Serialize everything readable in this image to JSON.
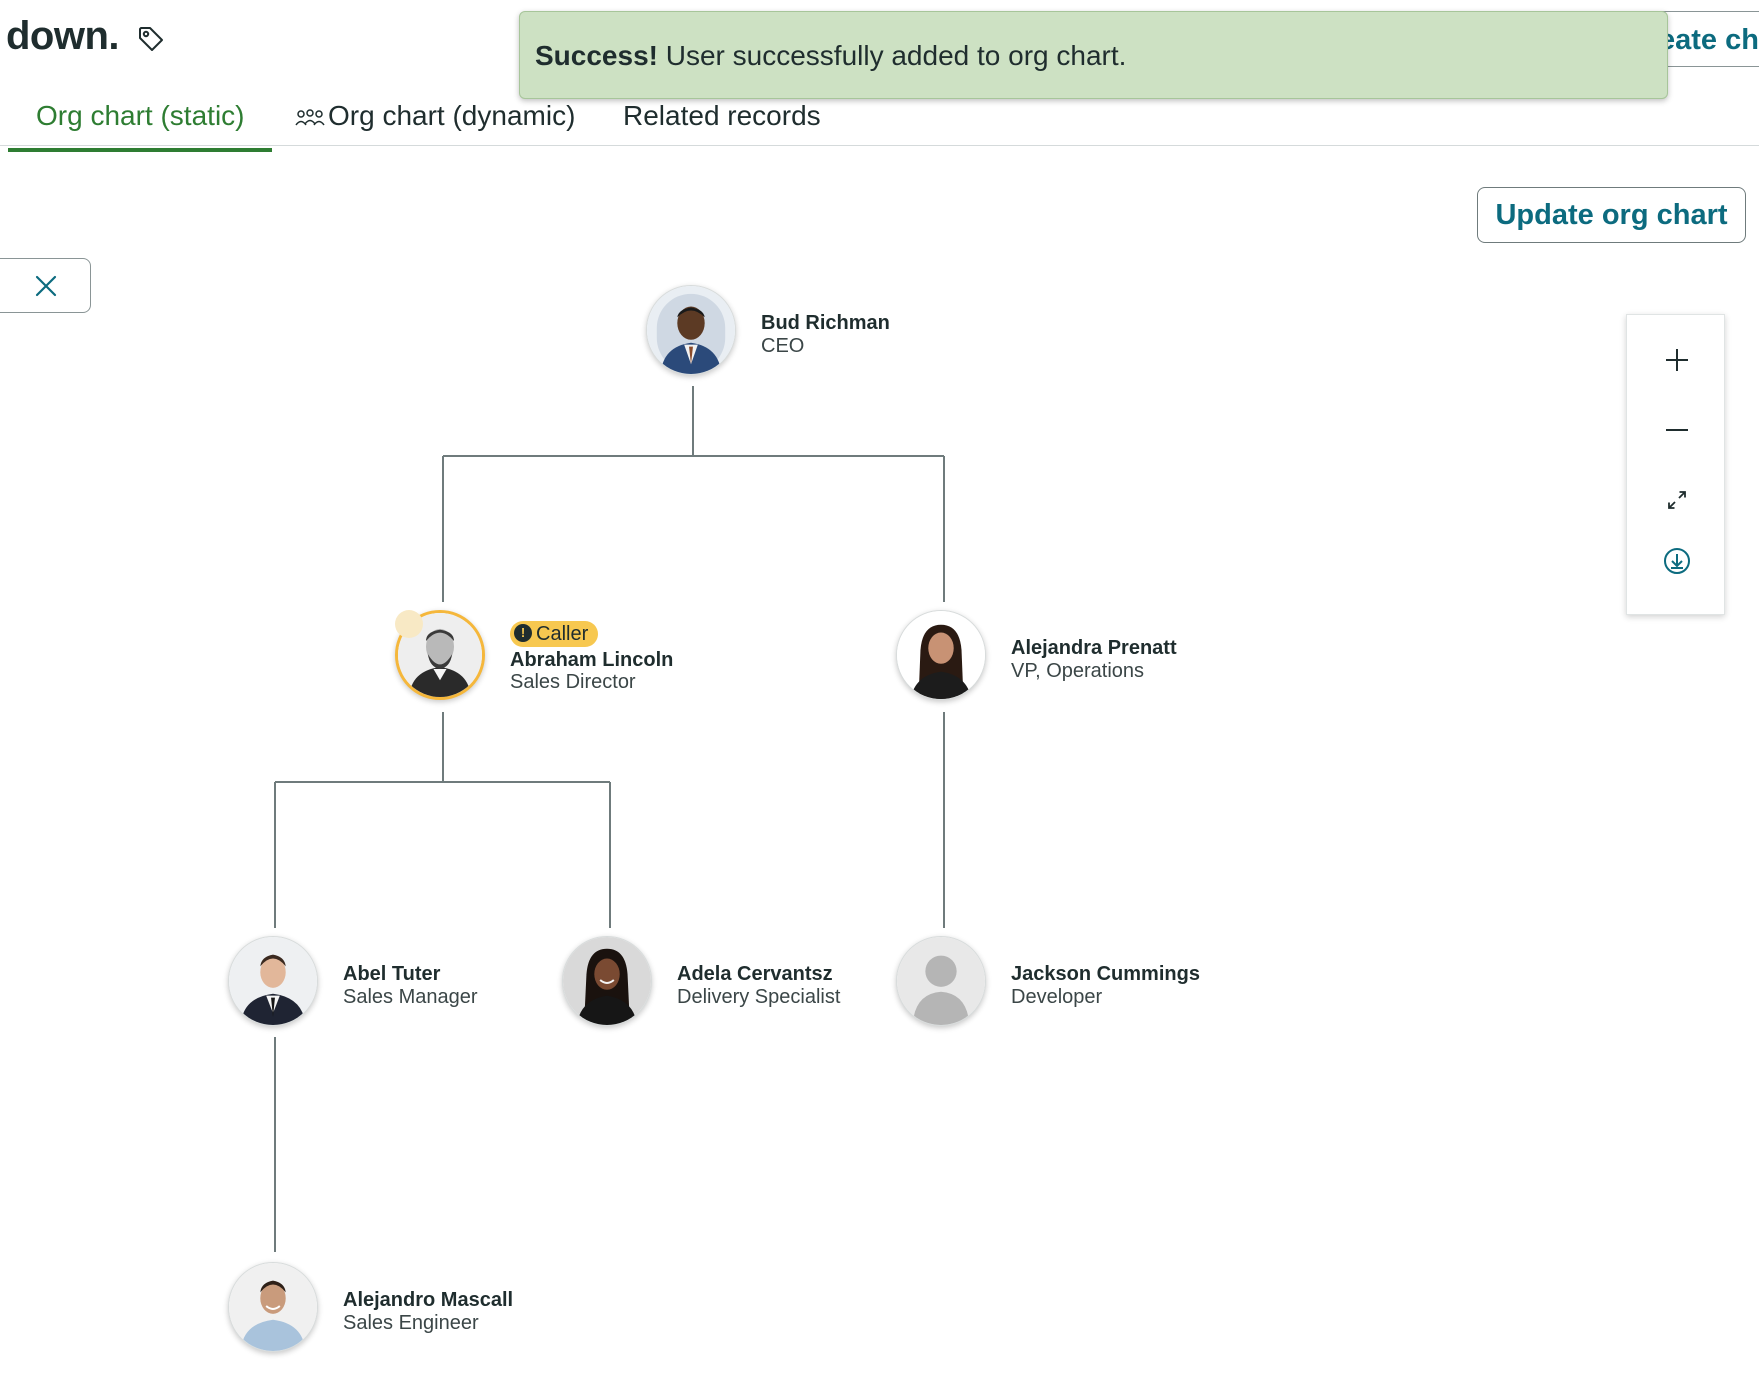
{
  "header": {
    "title": "down.",
    "create_button_label": "eate cha"
  },
  "toast": {
    "strong": "Success!",
    "message": " User successfully added to org chart."
  },
  "tabs": [
    {
      "label": "Org chart (static)",
      "active": true
    },
    {
      "label": "Org chart (dynamic)",
      "active": false,
      "icon": "people-group-icon"
    },
    {
      "label": "Related records",
      "active": false
    }
  ],
  "toolbar": {
    "update_label": "Update org chart"
  },
  "zoom_controls": [
    "zoom-in-icon",
    "zoom-out-icon",
    "fit-screen-icon",
    "download-icon"
  ],
  "org": {
    "ceo": {
      "name": "Bud Richman",
      "title": "CEO"
    },
    "lincoln": {
      "name": "Abraham Lincoln",
      "title": "Sales Director",
      "badge": "Caller"
    },
    "prenatt": {
      "name": "Alejandra Prenatt",
      "title": "VP, Operations"
    },
    "tuter": {
      "name": "Abel Tuter",
      "title": "Sales Manager"
    },
    "cervantsz": {
      "name": "Adela Cervantsz",
      "title": "Delivery Specialist"
    },
    "cummings": {
      "name": "Jackson Cummings",
      "title": "Developer"
    },
    "mascall": {
      "name": "Alejandro Mascall",
      "title": "Sales Engineer"
    }
  },
  "colors": {
    "accent": "#0c6b7f",
    "tab_active": "#2e7d32",
    "toast_bg": "#cde1c3",
    "caller": "#f7c850",
    "connector": "#6f7b7c"
  }
}
